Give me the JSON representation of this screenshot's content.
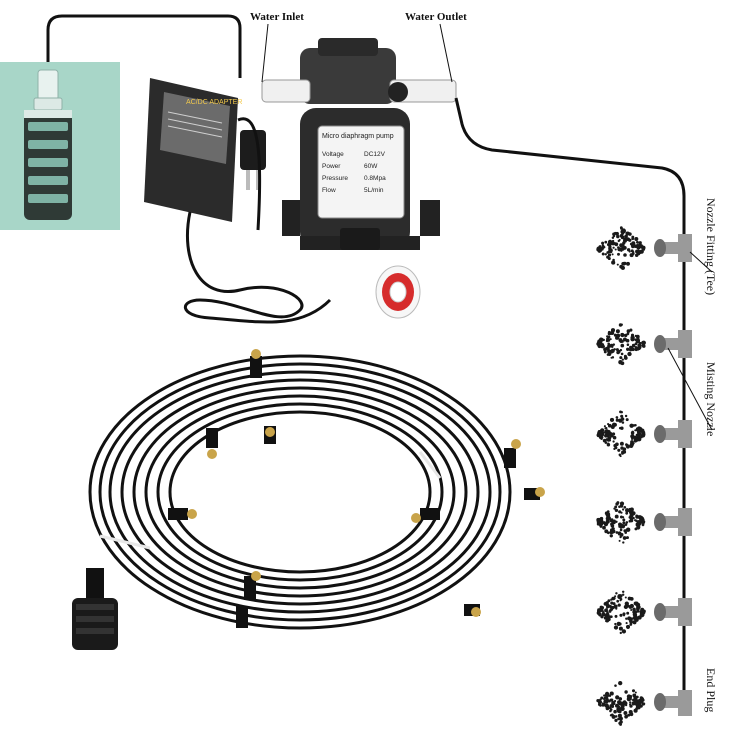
{
  "labels": {
    "water_inlet": "Water Inlet",
    "water_outlet": "Water Outlet",
    "nozzle_fitting": "Nozzle Fitting (Tee)",
    "misting_nozzle": "Misting Nozzle",
    "end_plug": "End Plug"
  },
  "product_text": {
    "adapter_header": "AC/DC ADAPTER",
    "pump_header": "Micro diaphragm pump",
    "pump_specs": [
      {
        "key": "Voltage",
        "value": "DC12V"
      },
      {
        "key": "Power",
        "value": "60W"
      },
      {
        "key": "Pressure",
        "value": "0.8Mpa"
      },
      {
        "key": "Flow",
        "value": "5L/min"
      }
    ]
  },
  "colors": {
    "background": "#ffffff",
    "hose": "#111111",
    "filter_panel": "#a8d6c8",
    "brass": "#c9a44a",
    "fitting": "#9a9a9a",
    "tape_red": "#d62c2c",
    "mist_dots": "#1a1a1a"
  },
  "diagram": {
    "nozzle_count": 6,
    "components": [
      "filter",
      "power-adapter",
      "diaphragm-pump",
      "teflon-tape",
      "hose-coil",
      "misting-line"
    ]
  }
}
